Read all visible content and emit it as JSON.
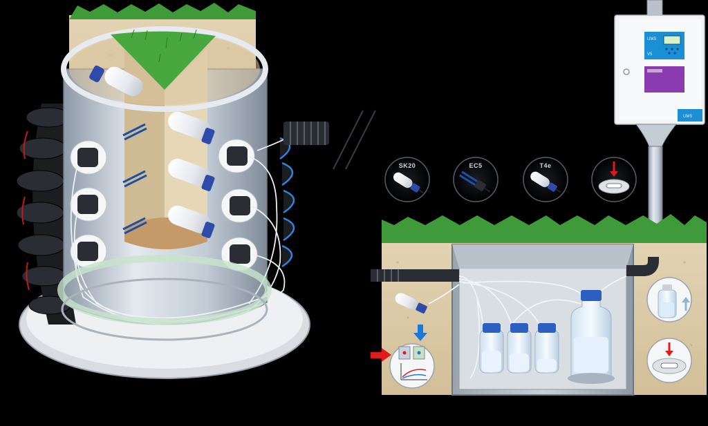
{
  "sensor_icons": [
    {
      "label": "SK20",
      "name": "sk20-sensor-icon"
    },
    {
      "label": "EC5",
      "name": "ec5-sensor-icon"
    },
    {
      "label": "T4e",
      "name": "t4e-tensiometer-icon"
    },
    {
      "label": "",
      "name": "weighing-plate-icon"
    }
  ],
  "cabinet": {
    "logo_text": "UMS",
    "display_label": "V5"
  },
  "colors": {
    "background": "#000000",
    "grass": "#3f9a3a",
    "soil": "#d8c7a3",
    "steel": "#c9d2dc",
    "sensor_blue": "#2f4aa8",
    "cap_blue": "#2d5fc0",
    "arrow_red": "#e01b1b",
    "arrow_blue": "#1e78d6",
    "display_purple": "#8a3bb0",
    "cabinet_badge": "#1b8fd6"
  }
}
